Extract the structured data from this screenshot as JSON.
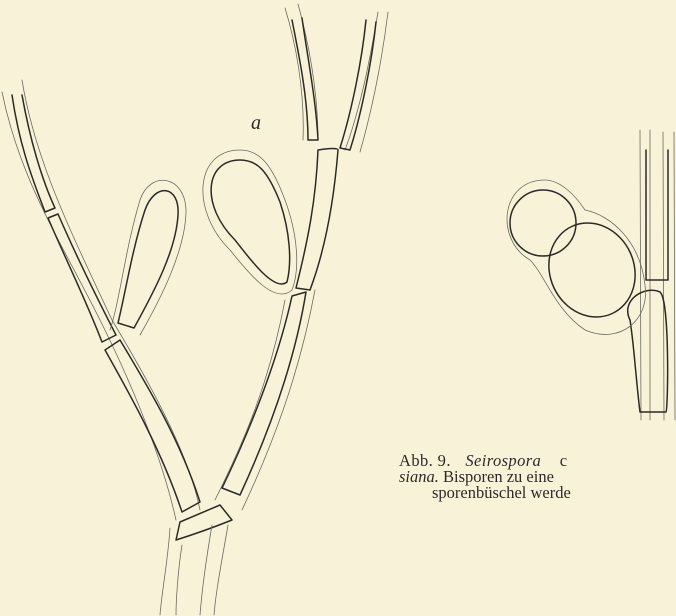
{
  "figure_label": "a",
  "caption": {
    "line1_prefix": "Abb. 9.",
    "line1_italic": "Seirospora",
    "line1_suffix": "c",
    "line2_italic": "siana.",
    "line2_rest": "Bisporen zu eine",
    "line3": "sporenbüschel werde"
  }
}
